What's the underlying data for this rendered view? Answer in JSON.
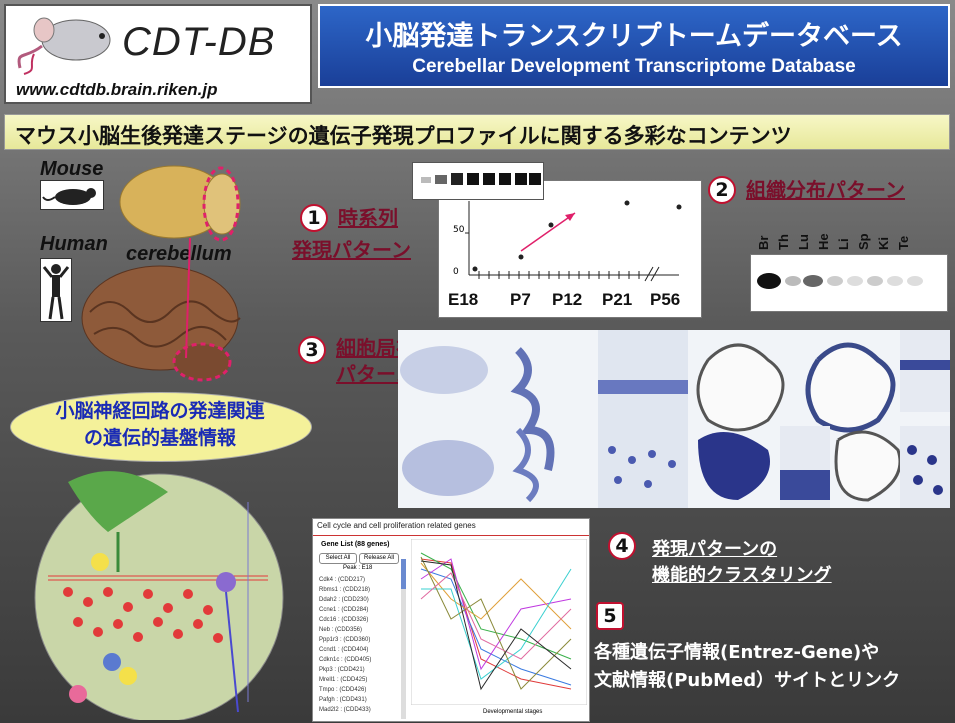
{
  "header": {
    "logo_title": "CDT-DB",
    "logo_url": "www.cdtdb.brain.riken.jp",
    "title_jp": "小脳発達トランスクリプトームデータベース",
    "title_en": "Cerebellar Development Transcriptome Database"
  },
  "subtitle": "マウス小脳生後発達ステージの遺伝子発現プロファイルに関する多彩なコンテンツ",
  "left": {
    "mouse_label": "Mouse",
    "human_label": "Human",
    "cerebellum_label": "cerebellum",
    "oval_line1": "小脳神経回路の発達関連",
    "oval_line2": "の遺伝的基盤情報"
  },
  "items": [
    {
      "num": "1",
      "line1": "時系列",
      "line2": "発現パターン"
    },
    {
      "num": "2",
      "line1": "組織分布パターン"
    },
    {
      "num": "3",
      "line1": "細胞局在",
      "line2": "パターン"
    },
    {
      "num": "4",
      "line1": "発現パターンの",
      "line2": "機能的クラスタリング"
    },
    {
      "num": "5",
      "line1": "各種遺伝子情報(Entrez-Gene)や",
      "line2": "文献情報(PubMed）サイトとリンク"
    }
  ],
  "graph": {
    "y_ticks": [
      "0",
      "50"
    ],
    "x_ticks": [
      "E18",
      "P7",
      "P12",
      "P21",
      "P56"
    ]
  },
  "tissue_labels": [
    "Br",
    "Th",
    "Lu",
    "He",
    "Li",
    "Sp",
    "Ki",
    "Te"
  ],
  "app_panel": {
    "title": "Cell cycle and cell proliferation related genes",
    "list_header": "Gene List (88 genes)",
    "btn_select_all": "Select All",
    "btn_release_all": "Release All",
    "peak_label": "Peak : E18",
    "genes": [
      "Cdk4 : (CDD217)",
      "Rbms1 : (CDD218)",
      "Ddah2 : (CDD230)",
      "Ccne1 : (CDD284)",
      "Cdc16 : (CDD326)",
      "Neb : (CDD356)",
      "Ppp1r3 : (CDD360)",
      "Ccnd1 : (CDD404)",
      "Cdkn1c : (CDD405)",
      "Pkp3 : (CDD421)",
      "Mrell1 : (CDD425)",
      "Tmpo : (CDD426)",
      "Pafgh : (CDD431)",
      "Mad2l2 : (CDD433)"
    ],
    "x_axis_label": "Developmental stages"
  },
  "colors": {
    "accent_red": "#c0102f",
    "link_red": "#7a0f2b",
    "title_blue": "#1f4aaa",
    "oval_yellow": "#f4f19a"
  }
}
